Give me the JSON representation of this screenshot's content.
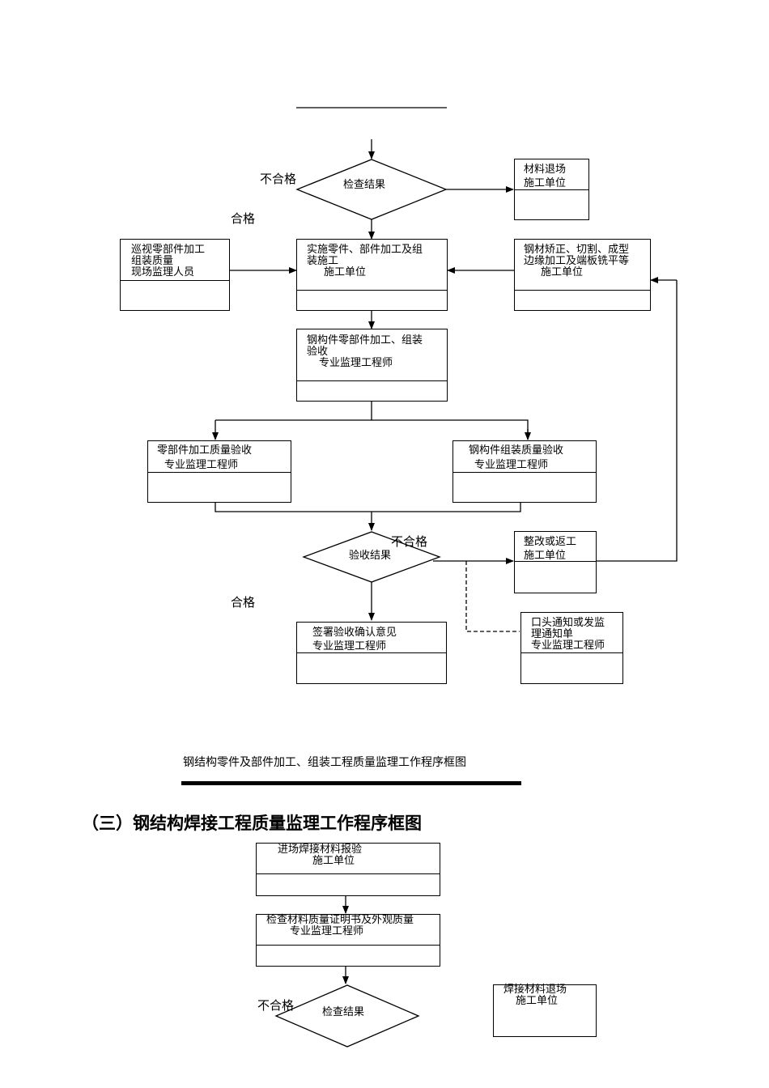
{
  "diagram1": {
    "check_result": "检查结果",
    "not_ok_top": "不合格",
    "ok_top": "合格",
    "material_return": {
      "line1": "材料退场",
      "line2": "施工单位"
    },
    "patrol": {
      "line1": "巡视零部件加工",
      "line2": "组装质量",
      "line3": "现场监理人员"
    },
    "implement": {
      "line1": "实施零件、部件加工及组",
      "line2": "装施工",
      "line3": "施工单位"
    },
    "straighten": {
      "line1": "钢材矫正、切割、成型",
      "line2": "边缘加工及端板铣平等",
      "line3": "施工单位"
    },
    "member_accept": {
      "line1": "钢构件零部件加工、组装",
      "line2": "验收",
      "line3": "专业监理工程师"
    },
    "part_quality": {
      "line1": "零部件加工质量验收",
      "line2": "专业监理工程师"
    },
    "assembly_quality": {
      "line1": "钢构件组装质量验收",
      "line2": "专业监理工程师"
    },
    "accept_result": "验收结果",
    "not_ok_bottom": "不合格",
    "ok_bottom": "合格",
    "rework": {
      "line1": "整改或返工",
      "line2": "施工单位"
    },
    "sign": {
      "line1": "签署验收确认意见",
      "line2": "专业监理工程师"
    },
    "notice": {
      "line1": "口头通知或发监",
      "line2": "理通知单",
      "line3": "专业监理工程师"
    },
    "caption": "钢结构零件及部件加工、组装工程质量监理工作程序框图"
  },
  "section_title": "（三）钢结构焊接工程质量监理工作程序框图",
  "diagram2": {
    "report": {
      "line1": "进场焊接材料报验",
      "line2": "施工单位"
    },
    "inspect": {
      "line1": "检查材料质量证明书及外观质量",
      "line2": "专业监理工程师"
    },
    "check_result": "检查结果",
    "not_ok": "不合格",
    "weld_return": {
      "line1": "焊接材料退场",
      "line2": "施工单位"
    }
  }
}
